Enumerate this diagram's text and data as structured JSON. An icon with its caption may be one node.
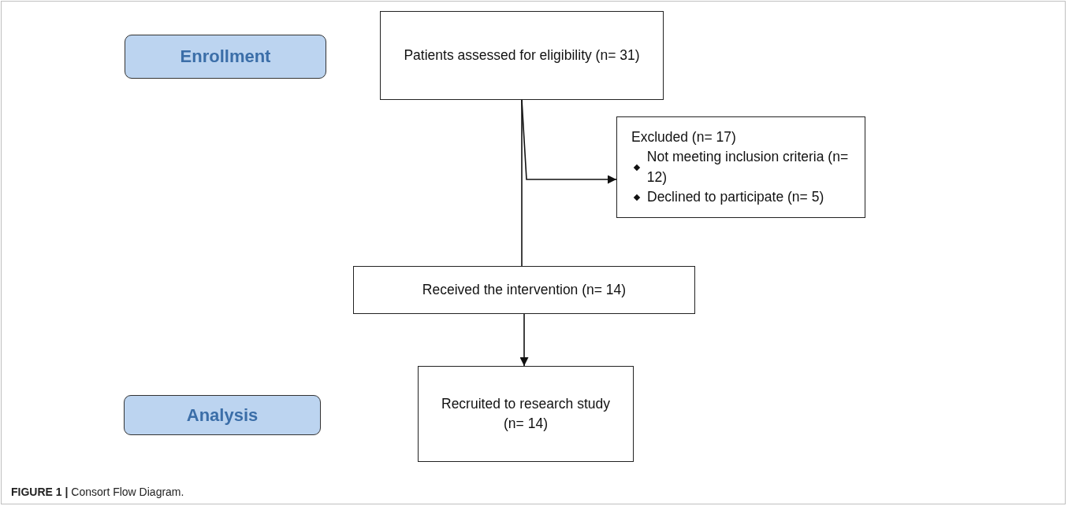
{
  "diagram": {
    "caption": "**FIGURE 1 |** Consort Flow Diagram.",
    "nodes": [
      {
        "text": [
          "Enrollment"
        ]
      },
      {
        "text": [
          "Patients assessed for eligibility (n= 31)"
        ]
      },
      {
        "text": [
          "Excluded (n= 17)",
          "Not meeting inclusion criteria (n= 12)",
          "Declined to participate (n= 5)"
        ]
      },
      {
        "text": [
          "Received the intervention (n= 14)"
        ]
      },
      {
        "text": [
          "Recruited to research study (n= 14)"
        ]
      },
      {
        "text": [
          "Analysis"
        ]
      }
    ],
    "edges": [
      {
        "from": 1,
        "to": 3,
        "arrow": "none"
      },
      {
        "from": 1,
        "to": 2,
        "arrow": "to"
      },
      {
        "from": 3,
        "to": 4,
        "arrow": "to"
      }
    ]
  }
}
